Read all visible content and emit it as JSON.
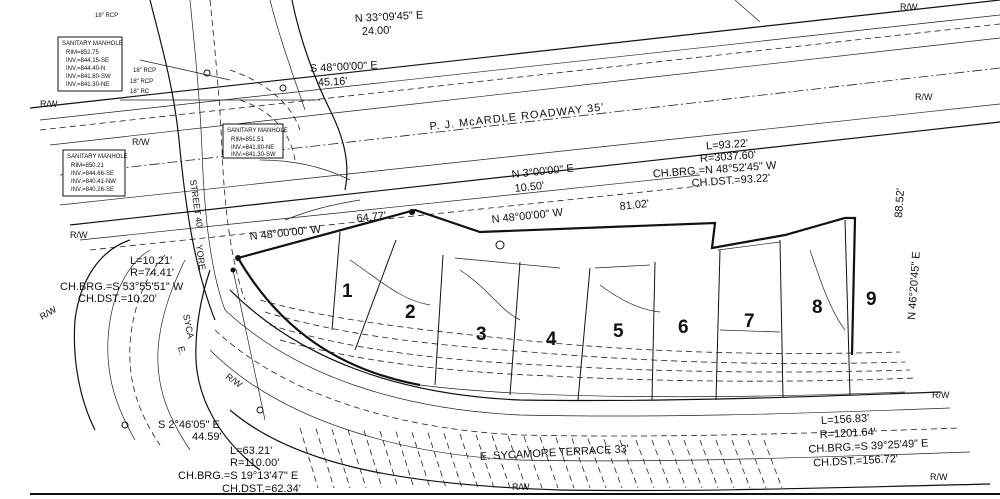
{
  "road_names": {
    "mcardle": "P. J. McARDLE ROADWAY 35'",
    "sycamore": "E. SYCAMORE TERRACE 33'",
    "side_street_a": "STREET 40'",
    "side_street_b": "SYCA",
    "side_street_c": "YORE",
    "side_street_d": "E."
  },
  "bearings": {
    "top_right_north": "N 33°09'45\" E",
    "top_right_north_dist": "24.00'",
    "top_east": "S 48°00'00\" E",
    "top_east_dist": "45.16'",
    "mid_north": "N 3°00'00\" E",
    "mid_north_dist": "10.50'",
    "mid_west": "N 48°00'00\" W",
    "mid_west_dist": "81.02'",
    "left_west": "N 48°00'00\" W",
    "left_west_dist": "64.77'",
    "right_north": "N 46°20'45\" E",
    "right_north_dist": "88.52'",
    "bottom_left": "S 2°46'05\" E",
    "bottom_left_dist": "44.59'"
  },
  "curves": {
    "top_curve": {
      "l": "L=93.22'",
      "r": "R=3037.60'",
      "chbrg": "CH.BRG.=N 48°52'45\" W",
      "chdst": "CH.DST.=93.22'"
    },
    "left_curve": {
      "l": "L=10.21'",
      "r": "R=74.41'",
      "chbrg": "CH.BRG.=S 53°55'51\" W",
      "chdst": "CH.DST.=10.20'"
    },
    "bottom_curve": {
      "l": "L=63.21'",
      "r": "R=110.00'",
      "chbrg": "CH.BRG.=S 19°13'47\" E",
      "chdst": "CH.DST.=62.34'"
    },
    "bottom_right_curve": {
      "l": "L=156.83'",
      "r": "R=1201.64'",
      "chbrg": "CH.BRG.=S 39°25'49\" E",
      "chdst": "CH.DST.=156.72'"
    }
  },
  "manholes": [
    {
      "title": "SANITARY MANHOLE",
      "lines": [
        "RIM=852.75",
        "INV.=844.15-SE",
        "INV.=844.40-N",
        "INV.=841.80-SW",
        "INV.=841.30-NE"
      ]
    },
    {
      "title": "SANITARY MANHOLE",
      "lines": [
        "RIM=851.51",
        "INV.=841.80-NE",
        "INV.=841.30-SW"
      ]
    },
    {
      "title": "SANITARY MANHOLE",
      "lines": [
        "RIM=850.21",
        "INV.=844.66-SE",
        "INV.=840.41-NW",
        "INV.=840.26-SE"
      ]
    }
  ],
  "lots": [
    "1",
    "2",
    "3",
    "4",
    "5",
    "6",
    "7",
    "8",
    "9"
  ],
  "row_labels": [
    "R/W",
    "R/W",
    "R/W",
    "R/W",
    "R/W",
    "R/W",
    "R/W",
    "R/W",
    "R/W",
    "R/W"
  ],
  "pipe_labels": [
    "18\" RCP",
    "18\" RCP",
    "18\" RCP",
    "18\" RC"
  ]
}
